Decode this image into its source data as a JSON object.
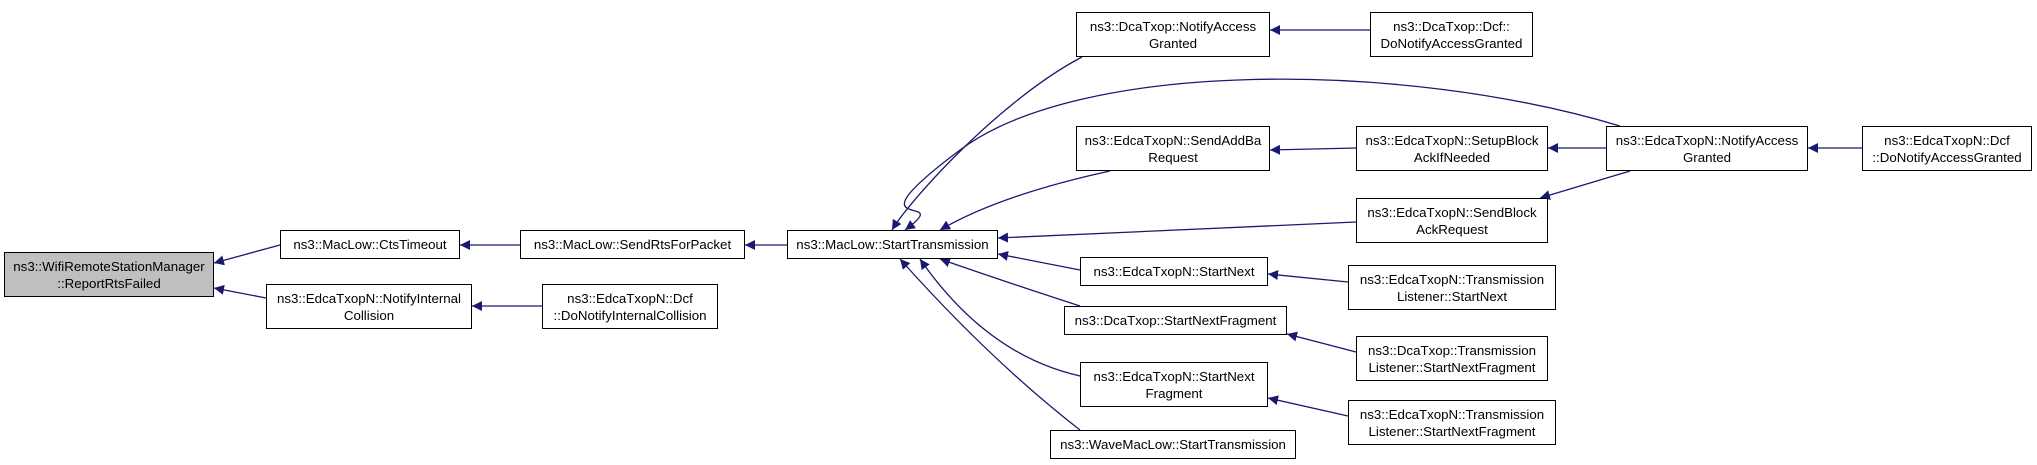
{
  "diagram": {
    "type": "call-graph",
    "colors": {
      "edge": "#191970",
      "focus_fill": "#bfbfbf",
      "node_fill": "#ffffff",
      "border": "#000000"
    },
    "nodes": [
      {
        "id": "report",
        "lines": [
          "ns3::WifiRemoteStationManager",
          "::ReportRtsFailed"
        ],
        "focus": true
      },
      {
        "id": "ctstimeout",
        "lines": [
          "ns3::MacLow::CtsTimeout"
        ]
      },
      {
        "id": "notifyinternal",
        "lines": [
          "ns3::EdcaTxopN::NotifyInternal",
          "Collision"
        ]
      },
      {
        "id": "sendrts",
        "lines": [
          "ns3::MacLow::SendRtsForPacket"
        ]
      },
      {
        "id": "dcfinternal",
        "lines": [
          "ns3::EdcaTxopN::Dcf",
          "::DoNotifyInternalCollision"
        ]
      },
      {
        "id": "starttx",
        "lines": [
          "ns3::MacLow::StartTransmission"
        ]
      },
      {
        "id": "dcanotify",
        "lines": [
          "ns3::DcaTxop::NotifyAccess",
          "Granted"
        ]
      },
      {
        "id": "dcadcf",
        "lines": [
          "ns3::DcaTxop::Dcf::",
          "DoNotifyAccessGranted"
        ]
      },
      {
        "id": "sendaddba",
        "lines": [
          "ns3::EdcaTxopN::SendAddBa",
          "Request"
        ]
      },
      {
        "id": "setupblock",
        "lines": [
          "ns3::EdcaTxopN::SetupBlock",
          "AckIfNeeded"
        ]
      },
      {
        "id": "edcanotify",
        "lines": [
          "ns3::EdcaTxopN::NotifyAccess",
          "Granted"
        ]
      },
      {
        "id": "edcadcf",
        "lines": [
          "ns3::EdcaTxopN::Dcf",
          "::DoNotifyAccessGranted"
        ]
      },
      {
        "id": "sendblock",
        "lines": [
          "ns3::EdcaTxopN::SendBlock",
          "AckRequest"
        ]
      },
      {
        "id": "startnext",
        "lines": [
          "ns3::EdcaTxopN::StartNext"
        ]
      },
      {
        "id": "tlstartnext",
        "lines": [
          "ns3::EdcaTxopN::Transmission",
          "Listener::StartNext"
        ]
      },
      {
        "id": "dcastartfrag",
        "lines": [
          "ns3::DcaTxop::StartNextFragment"
        ]
      },
      {
        "id": "dcatlfrag",
        "lines": [
          "ns3::DcaTxop::Transmission",
          "Listener::StartNextFragment"
        ]
      },
      {
        "id": "edcastartfrag",
        "lines": [
          "ns3::EdcaTxopN::StartNext",
          "Fragment"
        ]
      },
      {
        "id": "edcatlfrag",
        "lines": [
          "ns3::EdcaTxopN::Transmission",
          "Listener::StartNextFragment"
        ]
      },
      {
        "id": "wave",
        "lines": [
          "ns3::WaveMacLow::StartTransmission"
        ]
      }
    ],
    "edges": [
      {
        "from": "ctstimeout",
        "to": "report"
      },
      {
        "from": "notifyinternal",
        "to": "report"
      },
      {
        "from": "sendrts",
        "to": "ctstimeout"
      },
      {
        "from": "dcfinternal",
        "to": "notifyinternal"
      },
      {
        "from": "starttx",
        "to": "sendrts"
      },
      {
        "from": "dcanotify",
        "to": "starttx"
      },
      {
        "from": "edcanotify",
        "to": "starttx"
      },
      {
        "from": "sendaddba",
        "to": "starttx"
      },
      {
        "from": "sendblock",
        "to": "starttx"
      },
      {
        "from": "startnext",
        "to": "starttx"
      },
      {
        "from": "dcastartfrag",
        "to": "starttx"
      },
      {
        "from": "edcastartfrag",
        "to": "starttx"
      },
      {
        "from": "wave",
        "to": "starttx"
      },
      {
        "from": "dcadcf",
        "to": "dcanotify"
      },
      {
        "from": "setupblock",
        "to": "sendaddba"
      },
      {
        "from": "edcanotify",
        "to": "setupblock"
      },
      {
        "from": "edcanotify",
        "to": "sendblock"
      },
      {
        "from": "edcadcf",
        "to": "edcanotify"
      },
      {
        "from": "tlstartnext",
        "to": "startnext"
      },
      {
        "from": "dcatlfrag",
        "to": "dcastartfrag"
      },
      {
        "from": "edcatlfrag",
        "to": "edcastartfrag"
      }
    ]
  }
}
